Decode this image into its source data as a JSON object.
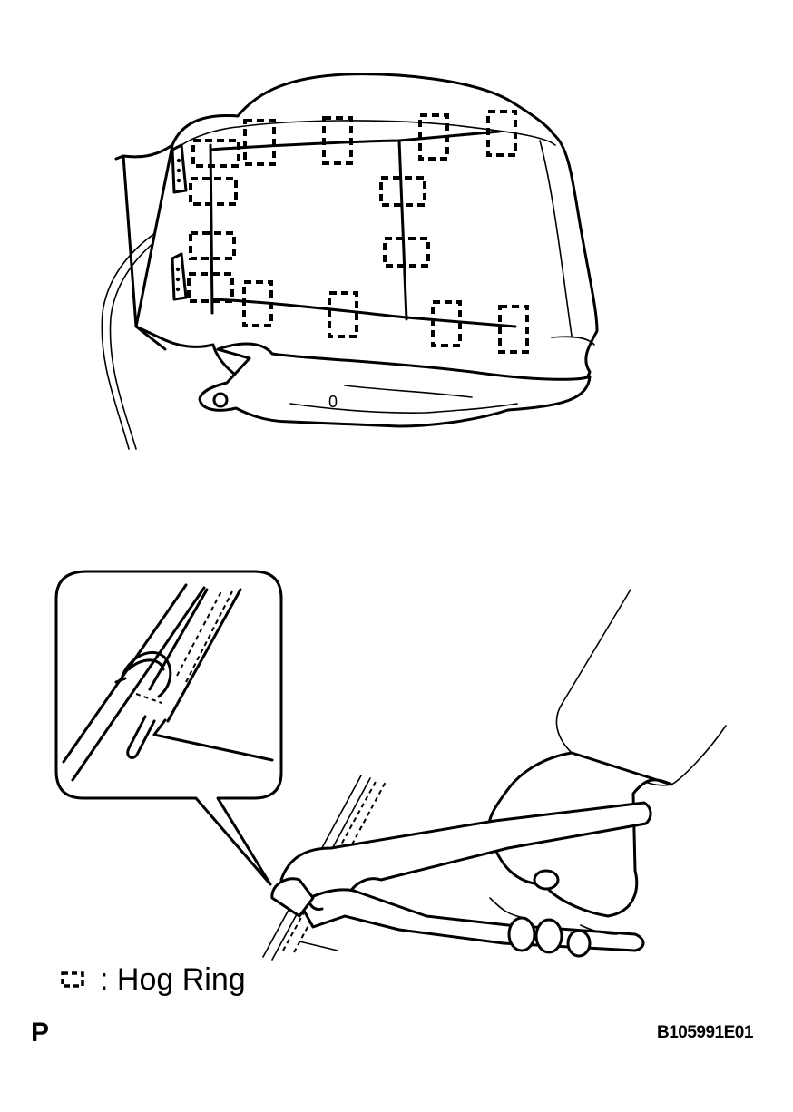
{
  "legend": {
    "symbol_icon": "hog-ring-dashed-bracket-icon",
    "separator": ":",
    "label": "Hog Ring"
  },
  "panel_letter": "P",
  "figure_code": "B105991E01",
  "seat_marking": "0",
  "colors": {
    "ink": "#000000",
    "paper": "#ffffff"
  }
}
